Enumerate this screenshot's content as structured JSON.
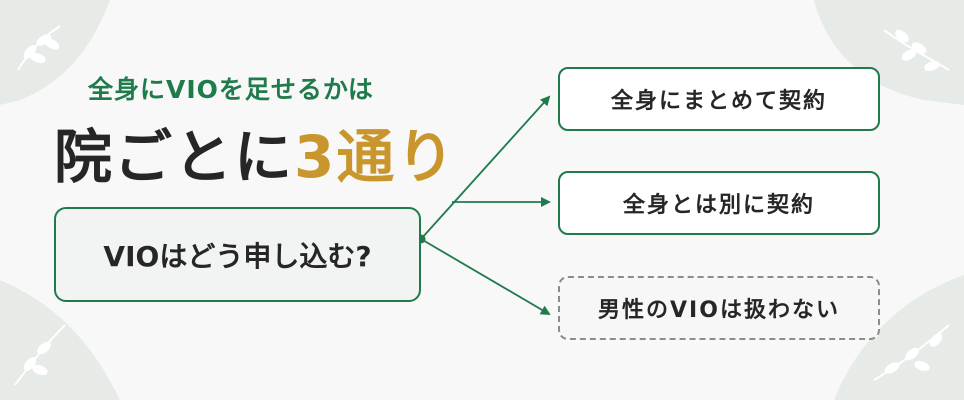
{
  "heading": {
    "subtitle": "全身にVIOを足せるかは",
    "title_main": "院ごとに",
    "title_accent": "3通り"
  },
  "source_box": {
    "label": "VIOはどう申し込む?"
  },
  "options": [
    {
      "label": "全身にまとめて契約",
      "style": "solid"
    },
    {
      "label": "全身とは別に契約",
      "style": "solid"
    },
    {
      "label": "男性のVIOは扱わない",
      "style": "dashed"
    }
  ],
  "colors": {
    "accent_green": "#1f7a4c",
    "accent_gold": "#c9962e",
    "text_dark": "#262626",
    "dashed_gray": "#8c8c8c",
    "background": "#f7f8f7",
    "corner_decor": "#e6ebe8"
  }
}
